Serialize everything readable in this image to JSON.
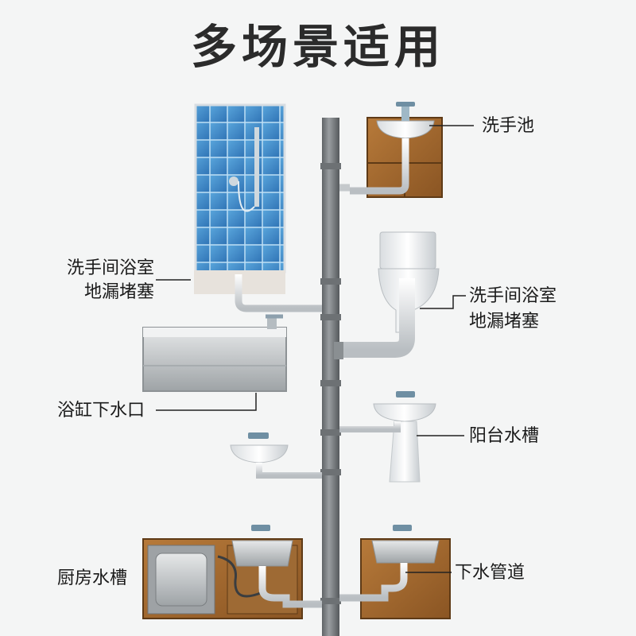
{
  "title": "多场景适用",
  "labels": {
    "sink_top": "洗手池",
    "shower_line1": "洗手间浴室",
    "shower_line2": "地漏堵塞",
    "toilet_line1": "洗手间浴室",
    "toilet_line2": "地漏堵塞",
    "bathtub": "浴缸下水口",
    "balcony": "阳台水槽",
    "kitchen": "厨房水槽",
    "drain_pipe": "下水管道"
  }
}
